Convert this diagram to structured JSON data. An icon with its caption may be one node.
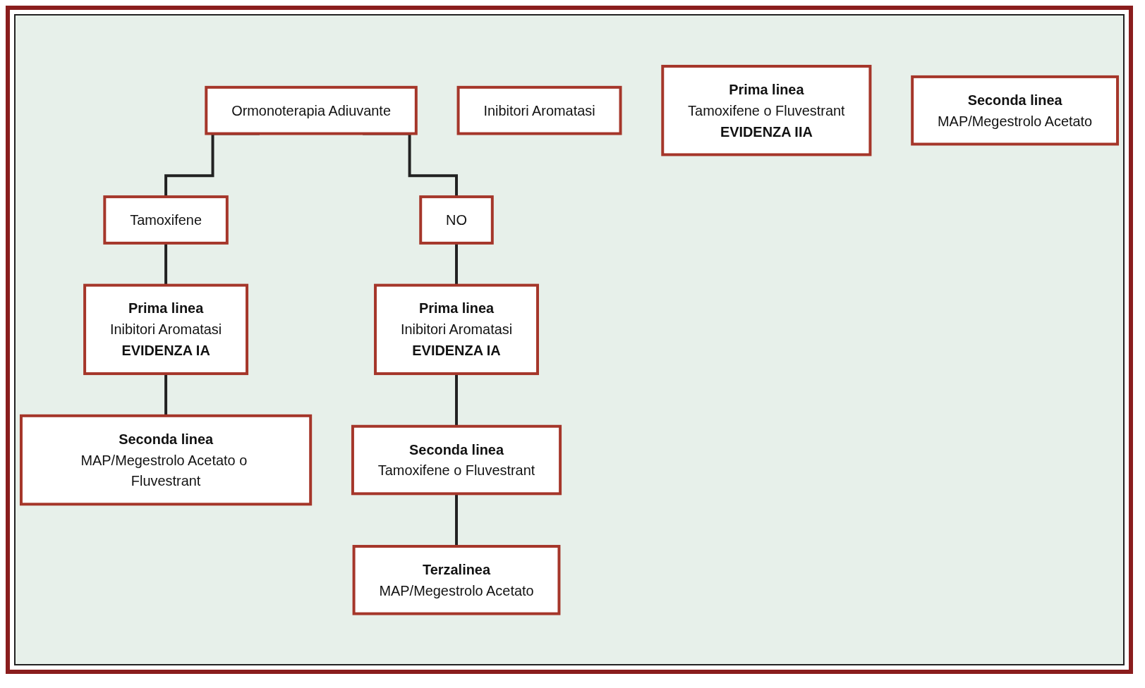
{
  "diagram": {
    "nodes": [
      {
        "text": [
          "Ormonoterapia Adiuvante"
        ]
      },
      {
        "text": [
          "Tamoxifene"
        ]
      },
      {
        "text": [
          "Inibitori Aromatasi"
        ]
      },
      {
        "text": [
          "NO"
        ]
      },
      {
        "text": [
          "Prima linea",
          "Inibitori Aromatasi",
          "EVIDENZA IA"
        ]
      },
      {
        "text": [
          "Prima linea",
          "Tamoxifene o Fluvestrant",
          "EVIDENZA IIA"
        ]
      },
      {
        "text": [
          "Prima linea",
          "Inibitori Aromatasi",
          "EVIDENZA IA"
        ]
      },
      {
        "text": [
          "Seconda linea",
          "MAP/Megestrolo Acetato o Fluvestrant"
        ]
      },
      {
        "text": [
          "Seconda linea",
          "MAP/Megestrolo Acetato"
        ]
      },
      {
        "text": [
          "Seconda linea",
          "Tamoxifene o Fluvestrant"
        ]
      },
      {
        "text": [
          "Terzalinea",
          "MAP/Megestrolo Acetato"
        ]
      }
    ],
    "edges": [
      {
        "from": 0,
        "to": 1,
        "arrow": "none"
      },
      {
        "from": 0,
        "to": 3,
        "arrow": "none"
      },
      {
        "from": 1,
        "to": 4,
        "arrow": "none"
      },
      {
        "from": 4,
        "to": 7,
        "arrow": "none"
      },
      {
        "from": 3,
        "to": 6,
        "arrow": "none"
      },
      {
        "from": 6,
        "to": 9,
        "arrow": "none"
      },
      {
        "from": 9,
        "to": 10,
        "arrow": "none"
      }
    ]
  }
}
